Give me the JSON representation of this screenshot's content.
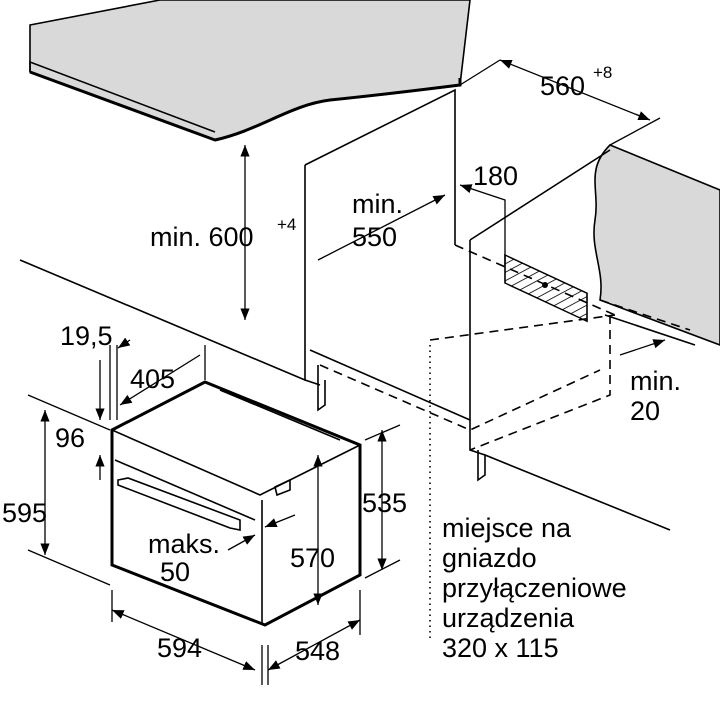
{
  "diagram": {
    "cabinet_width": {
      "value": "560",
      "tolerance": "+8"
    },
    "socket_offset": "180",
    "min_depth": {
      "prefix": "min.",
      "value": "550"
    },
    "min_height": {
      "value": "min. 600",
      "tolerance": "+4"
    },
    "side_gap": {
      "prefix": "min.",
      "value": "20"
    },
    "oven": {
      "front_thickness": "19,5",
      "top_depth": "405",
      "panel_height": "96",
      "total_height": "595",
      "body_height_side": "535",
      "handle_max": {
        "prefix": "maks.",
        "value": "50"
      },
      "body_height": "570",
      "width": "594",
      "depth": "548"
    },
    "socket_note": [
      "miejsce na",
      "gniazdo",
      "przyłączeniowe",
      "urządzenia",
      "320 x 115"
    ]
  },
  "colors": {
    "countertop": "#d9d9d9",
    "line": "#000000"
  }
}
